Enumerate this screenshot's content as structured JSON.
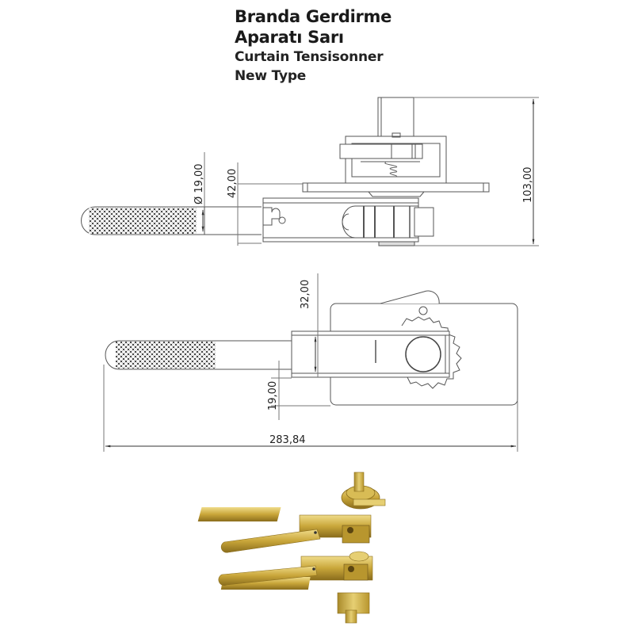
{
  "title": {
    "line1": "Branda Gerdirme",
    "line2": "Aparatı Sarı",
    "line3": "Curtain Tensisonner",
    "line4": "New Type"
  },
  "drawing": {
    "side_view": {
      "dimensions": {
        "handle_diameter": "Ø 19,00",
        "body_height": "42,00",
        "total_height": "103,00"
      }
    },
    "top_view": {
      "dimensions": {
        "body_width": "32,00",
        "offset": "19,00",
        "total_length": "283,84"
      }
    }
  },
  "photo": {
    "description": "Two gold-colored curtain tensioner units",
    "color": "#c9a63a"
  },
  "colors": {
    "line": "#555555",
    "text": "#1a1a1a",
    "brass": "#c9a63a",
    "brass_dark": "#8a6d1c",
    "brass_light": "#e8d27a"
  }
}
